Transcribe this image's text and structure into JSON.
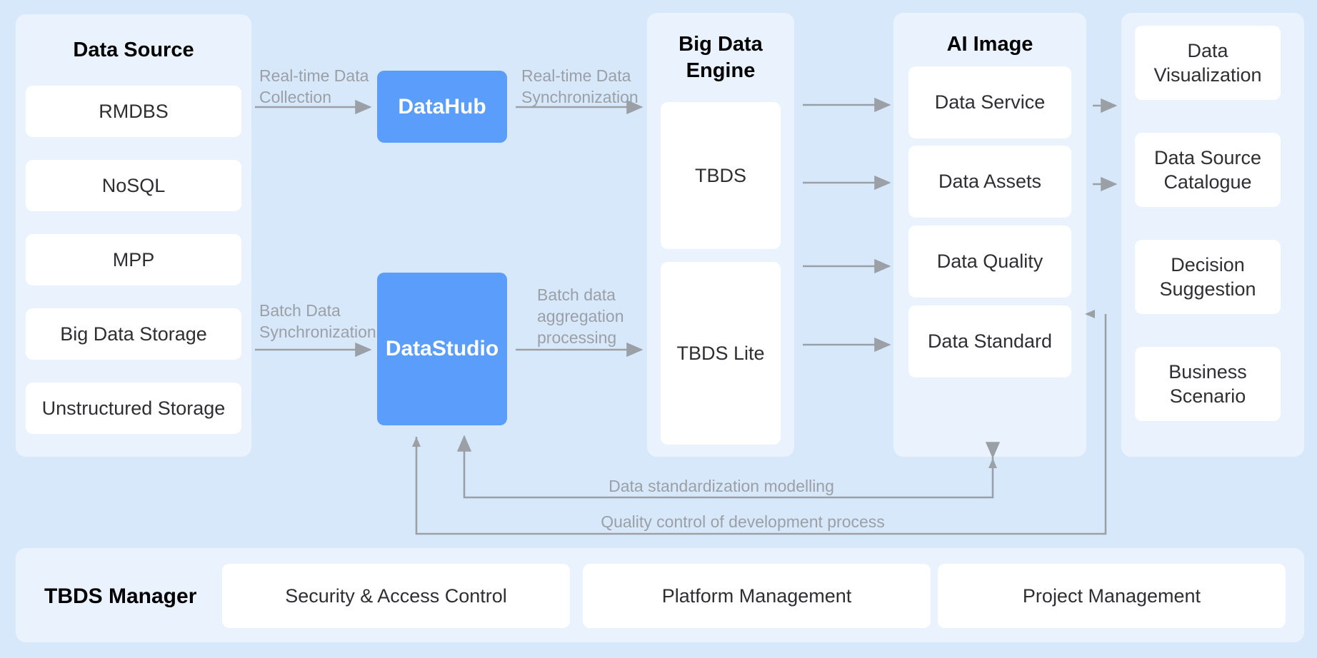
{
  "theme": {
    "page_background": "#d8e8fb",
    "panel_background": "#eaf2fe",
    "card_background": "#ffffff",
    "accent_blue": "#5a9dfb",
    "arrow_gray": "#9aa0a6",
    "title_color": "#000000",
    "card_text_color": "#2f2f33"
  },
  "columns": {
    "data_source": {
      "title": "Data Source",
      "items": [
        {
          "label": "RMDBS"
        },
        {
          "label": "NoSQL"
        },
        {
          "label": "MPP"
        },
        {
          "label": "Big Data Storage"
        },
        {
          "label": "Unstructured Storage"
        }
      ]
    },
    "middle": {
      "datahub": {
        "label": "DataHub"
      },
      "datastudio": {
        "label": "DataStudio"
      }
    },
    "big_data_engine": {
      "title": "Big Data Engine",
      "items": [
        {
          "label": "TBDS"
        },
        {
          "label": "TBDS Lite"
        }
      ]
    },
    "ai_image": {
      "title": "AI Image",
      "items": [
        {
          "label": "Data Service"
        },
        {
          "label": "Data Assets"
        },
        {
          "label": "Data Quality"
        },
        {
          "label": "Data Standard"
        }
      ]
    },
    "outputs": {
      "title": "",
      "items": [
        {
          "label": "Data Visualization"
        },
        {
          "label": "Data Source Catalogue"
        },
        {
          "label": "Decision Suggestion"
        },
        {
          "label": "Business Scenario"
        }
      ]
    }
  },
  "flow_labels": {
    "realtime_collection": "Real-time Data\nCollection",
    "realtime_sync": "Real-time Data\nSynchronization",
    "batch_sync": "Batch Data\nSynchronization",
    "batch_aggregation": "Batch data\naggregation\nprocessing",
    "data_standardization": "Data standardization modelling",
    "quality_control": "Quality control of development process"
  },
  "bottom_bar": {
    "title": "TBDS Manager",
    "items": [
      {
        "label": "Security & Access Control"
      },
      {
        "label": "Platform Management"
      },
      {
        "label": "Project Management"
      }
    ]
  }
}
